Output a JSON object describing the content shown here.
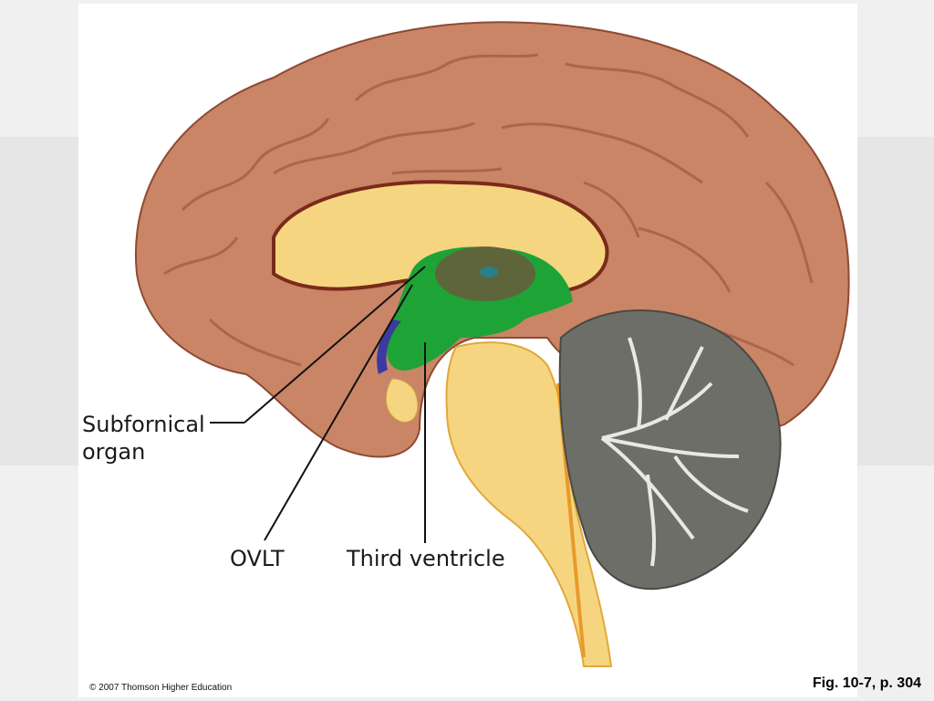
{
  "labels": {
    "subfornical_line1": "Subfornical",
    "subfornical_line2": "organ",
    "ovlt": "OVLT",
    "third_ventricle": "Third ventricle"
  },
  "footer": {
    "copyright": "© 2007 Thomson Higher Education",
    "figure_ref": "Fig. 10-7, p. 304"
  },
  "colors": {
    "cortex": "#c98566",
    "cortex_dark": "#8e4a34",
    "white_matter": "#f6d580",
    "ventricle": "#1ea336",
    "thalamus": "#6a5a3c",
    "cerebellum": "#6e6e68",
    "arbor": "#e8e8e4"
  }
}
